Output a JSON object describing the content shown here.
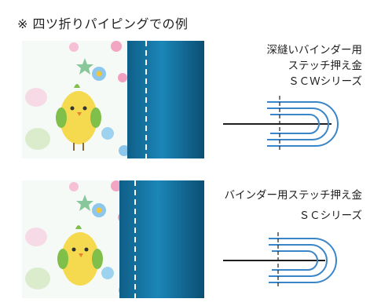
{
  "title": "※ 四ツ折りパイピングでの例",
  "examples": [
    {
      "caption_lines": [
        "深縫いバインダー用",
        "ステッチ押え金",
        "ＳＣＷシリーズ"
      ],
      "stitch_lines": 1
    },
    {
      "caption_lines": [
        "バインダー用ステッチ押え金",
        "ＳＣシリーズ"
      ],
      "stitch_lines": 1
    }
  ],
  "colors": {
    "piping_blue": "#1677a8",
    "fold_blue": "#3a86c8",
    "chick_yellow": "#f5d94f",
    "leaf_green": "#7fbf4a"
  }
}
